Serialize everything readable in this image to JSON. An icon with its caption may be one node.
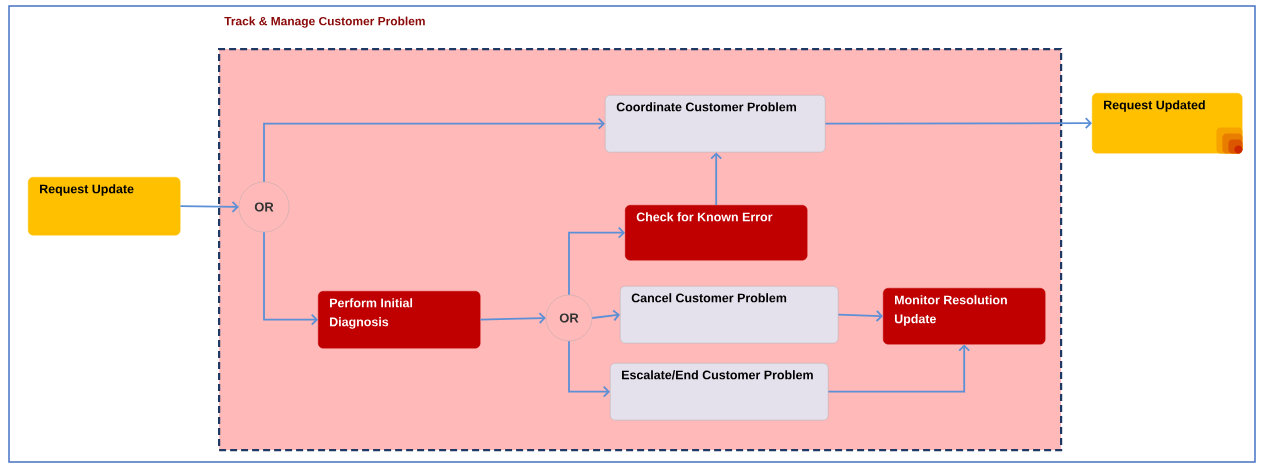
{
  "diagram": {
    "nodes": [
      {
        "text": [
          "Track & Manage Customer Problem"
        ]
      },
      {
        "text": [
          "Request Update"
        ]
      },
      {
        "text": [
          "OR"
        ],
        "in": 0
      },
      {
        "text": [
          "Coordinate Customer Problem"
        ],
        "in": 0
      },
      {
        "text": [
          "Request Updated"
        ]
      },
      {
        "text": [
          "Check for Known Error"
        ],
        "in": 0
      },
      {
        "text": [
          "Perform Initial Diagnosis"
        ],
        "in": 0
      },
      {
        "text": [
          "OR"
        ],
        "in": 0
      },
      {
        "text": [
          "Cancel Customer Problem"
        ],
        "in": 0
      },
      {
        "text": [
          "Monitor Resolution Update"
        ],
        "in": 0
      },
      {
        "text": [
          "Escalate/End Customer Problem"
        ],
        "in": 0
      }
    ],
    "edges": [
      {
        "from": 1,
        "to": 2,
        "arrow": "to"
      },
      {
        "from": 2,
        "to": 3,
        "arrow": "to"
      },
      {
        "from": 2,
        "to": 6,
        "arrow": "to"
      },
      {
        "from": 6,
        "to": 7,
        "arrow": "to"
      },
      {
        "from": 7,
        "to": 5,
        "arrow": "to"
      },
      {
        "from": 7,
        "to": 8,
        "arrow": "to"
      },
      {
        "from": 7,
        "to": 10,
        "arrow": "to"
      },
      {
        "from": 5,
        "to": 3,
        "arrow": "to"
      },
      {
        "from": 3,
        "to": 4,
        "arrow": "to"
      },
      {
        "from": 8,
        "to": 9,
        "arrow": "to"
      },
      {
        "from": 10,
        "to": 9,
        "arrow": "to"
      }
    ]
  }
}
